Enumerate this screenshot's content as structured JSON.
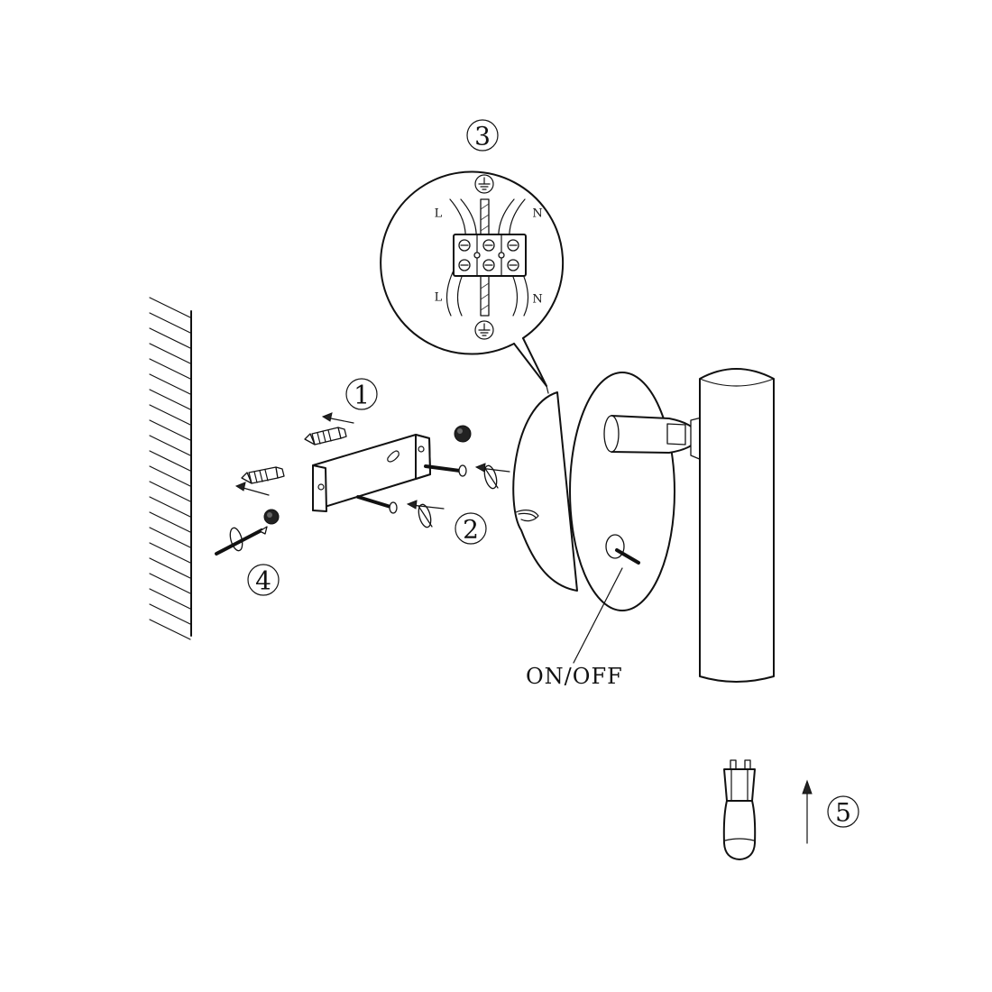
{
  "step_labels": {
    "step1": "1",
    "step2": "2",
    "step3": "3",
    "step4": "4",
    "step5": "5"
  },
  "terminal_labels": {
    "live_top": "L",
    "neutral_top": "N",
    "live_bottom": "L",
    "neutral_bottom": "N"
  },
  "switch_label": "ON/OFF",
  "icons": {
    "earth": "earth-ground-symbol",
    "bulb": "g9-bulb-icon",
    "arrow": "up-arrow-icon"
  },
  "colors": {
    "line": "#111111",
    "background": "#ffffff"
  }
}
